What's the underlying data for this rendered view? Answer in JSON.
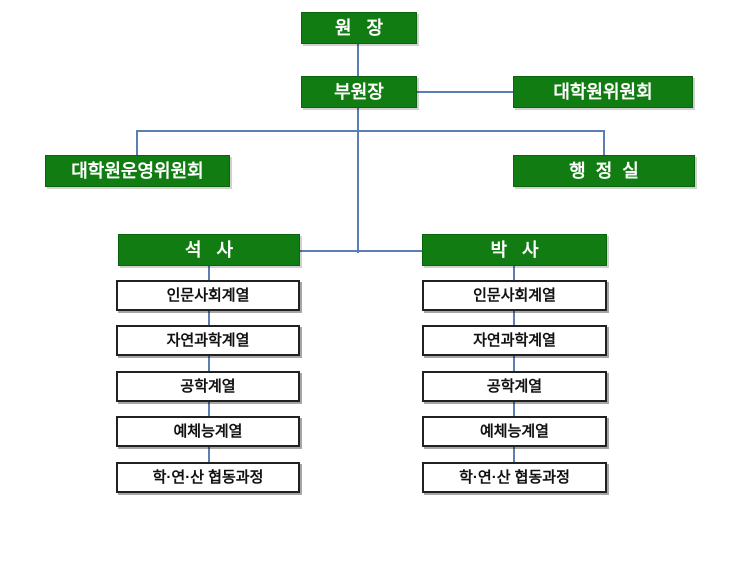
{
  "colors": {
    "node_green": "#117C11",
    "node_green_border": "#0a640a",
    "node_text_white": "#ffffff",
    "connector_blue": "#5B7FB2",
    "white_box_border": "#212121",
    "white_box_text": "#111111",
    "background": "#ffffff"
  },
  "org_chart": {
    "president": {
      "label": "원   장"
    },
    "vice_president": {
      "label": "부원장"
    },
    "graduate_committee": {
      "label": "대학원위원회"
    },
    "operating_committee": {
      "label": "대학원운영위원회"
    },
    "admin_office": {
      "label": "행  정  실"
    },
    "columns": [
      {
        "head": "석   사",
        "items": [
          "인문사회계열",
          "자연과학계열",
          "공학계열",
          "예체능계열",
          "학·연·산 협동과정"
        ]
      },
      {
        "head": "박   사",
        "items": [
          "인문사회계열",
          "자연과학계열",
          "공학계열",
          "예체능계열",
          "학·연·산 협동과정"
        ]
      }
    ]
  }
}
